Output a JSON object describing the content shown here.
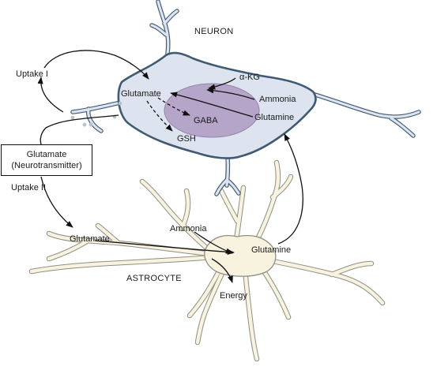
{
  "labels": {
    "neuron": "NEURON",
    "astrocyte": "ASTROCYTE",
    "uptake_1": "Uptake I",
    "uptake_2": "Uptake II",
    "neuron_glutamate": "Glutamate",
    "alpha_kg": "α-KG",
    "neuron_ammonia": "Ammonia",
    "gaba": "GABA",
    "neuron_glutamine": "Glutamine",
    "gsh": "GSH",
    "astro_glutamate": "Glutamate",
    "astro_ammonia": "Ammonia",
    "astro_glutamine": "Glutamine",
    "energy": "Energy"
  },
  "neurotransmitter_box": {
    "line1": "Glutamate",
    "line2": "(Neurotransmitter)"
  },
  "colors": {
    "neuron_fill": "#dde4ef",
    "neuron_outline": "#3f5a72",
    "nucleus_fill": "#b5a5c9",
    "nucleus_stroke": "#9483ac",
    "astrocyte_fill": "#f7f3de",
    "astrocyte_outline": "#8e8e86",
    "arrow": "#111111",
    "vesicle": "#b9c2cc"
  }
}
